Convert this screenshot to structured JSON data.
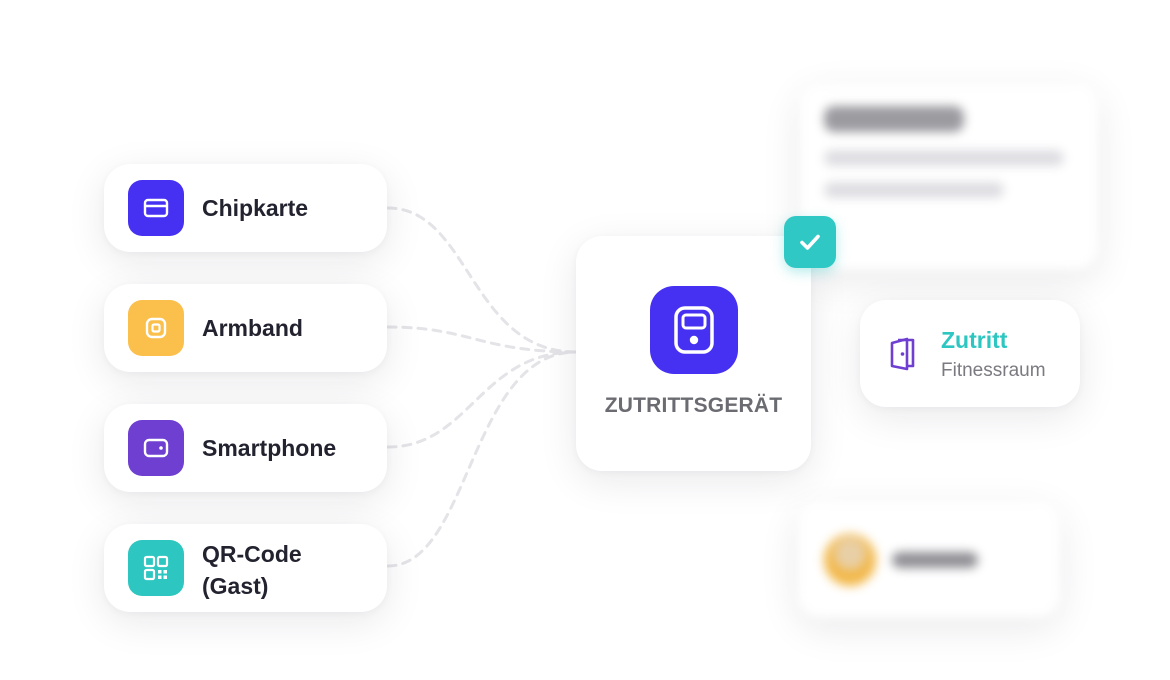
{
  "methods": [
    {
      "label": "Chipkarte",
      "icon": "card-icon",
      "color": "#4631f2"
    },
    {
      "label": "Armband",
      "icon": "wristband-icon",
      "color": "#fbbf4c"
    },
    {
      "label": "Smartphone",
      "icon": "smartphone-icon",
      "color": "#6e3fd1"
    },
    {
      "label_line1": "QR-Code",
      "label_line2": "(Gast)",
      "icon": "qr-code-icon",
      "color": "#2ec6c1"
    }
  ],
  "device": {
    "label": "ZUTRITTSGERÄT",
    "icon": "access-terminal-icon",
    "color": "#4631f2"
  },
  "status": {
    "icon": "checkmark-icon",
    "color": "#2fc8c5"
  },
  "access": {
    "title": "Zutritt",
    "subtitle": "Fitnessraum",
    "icon": "door-icon",
    "title_color": "#2ec6c1",
    "icon_color": "#6e3fd1"
  }
}
